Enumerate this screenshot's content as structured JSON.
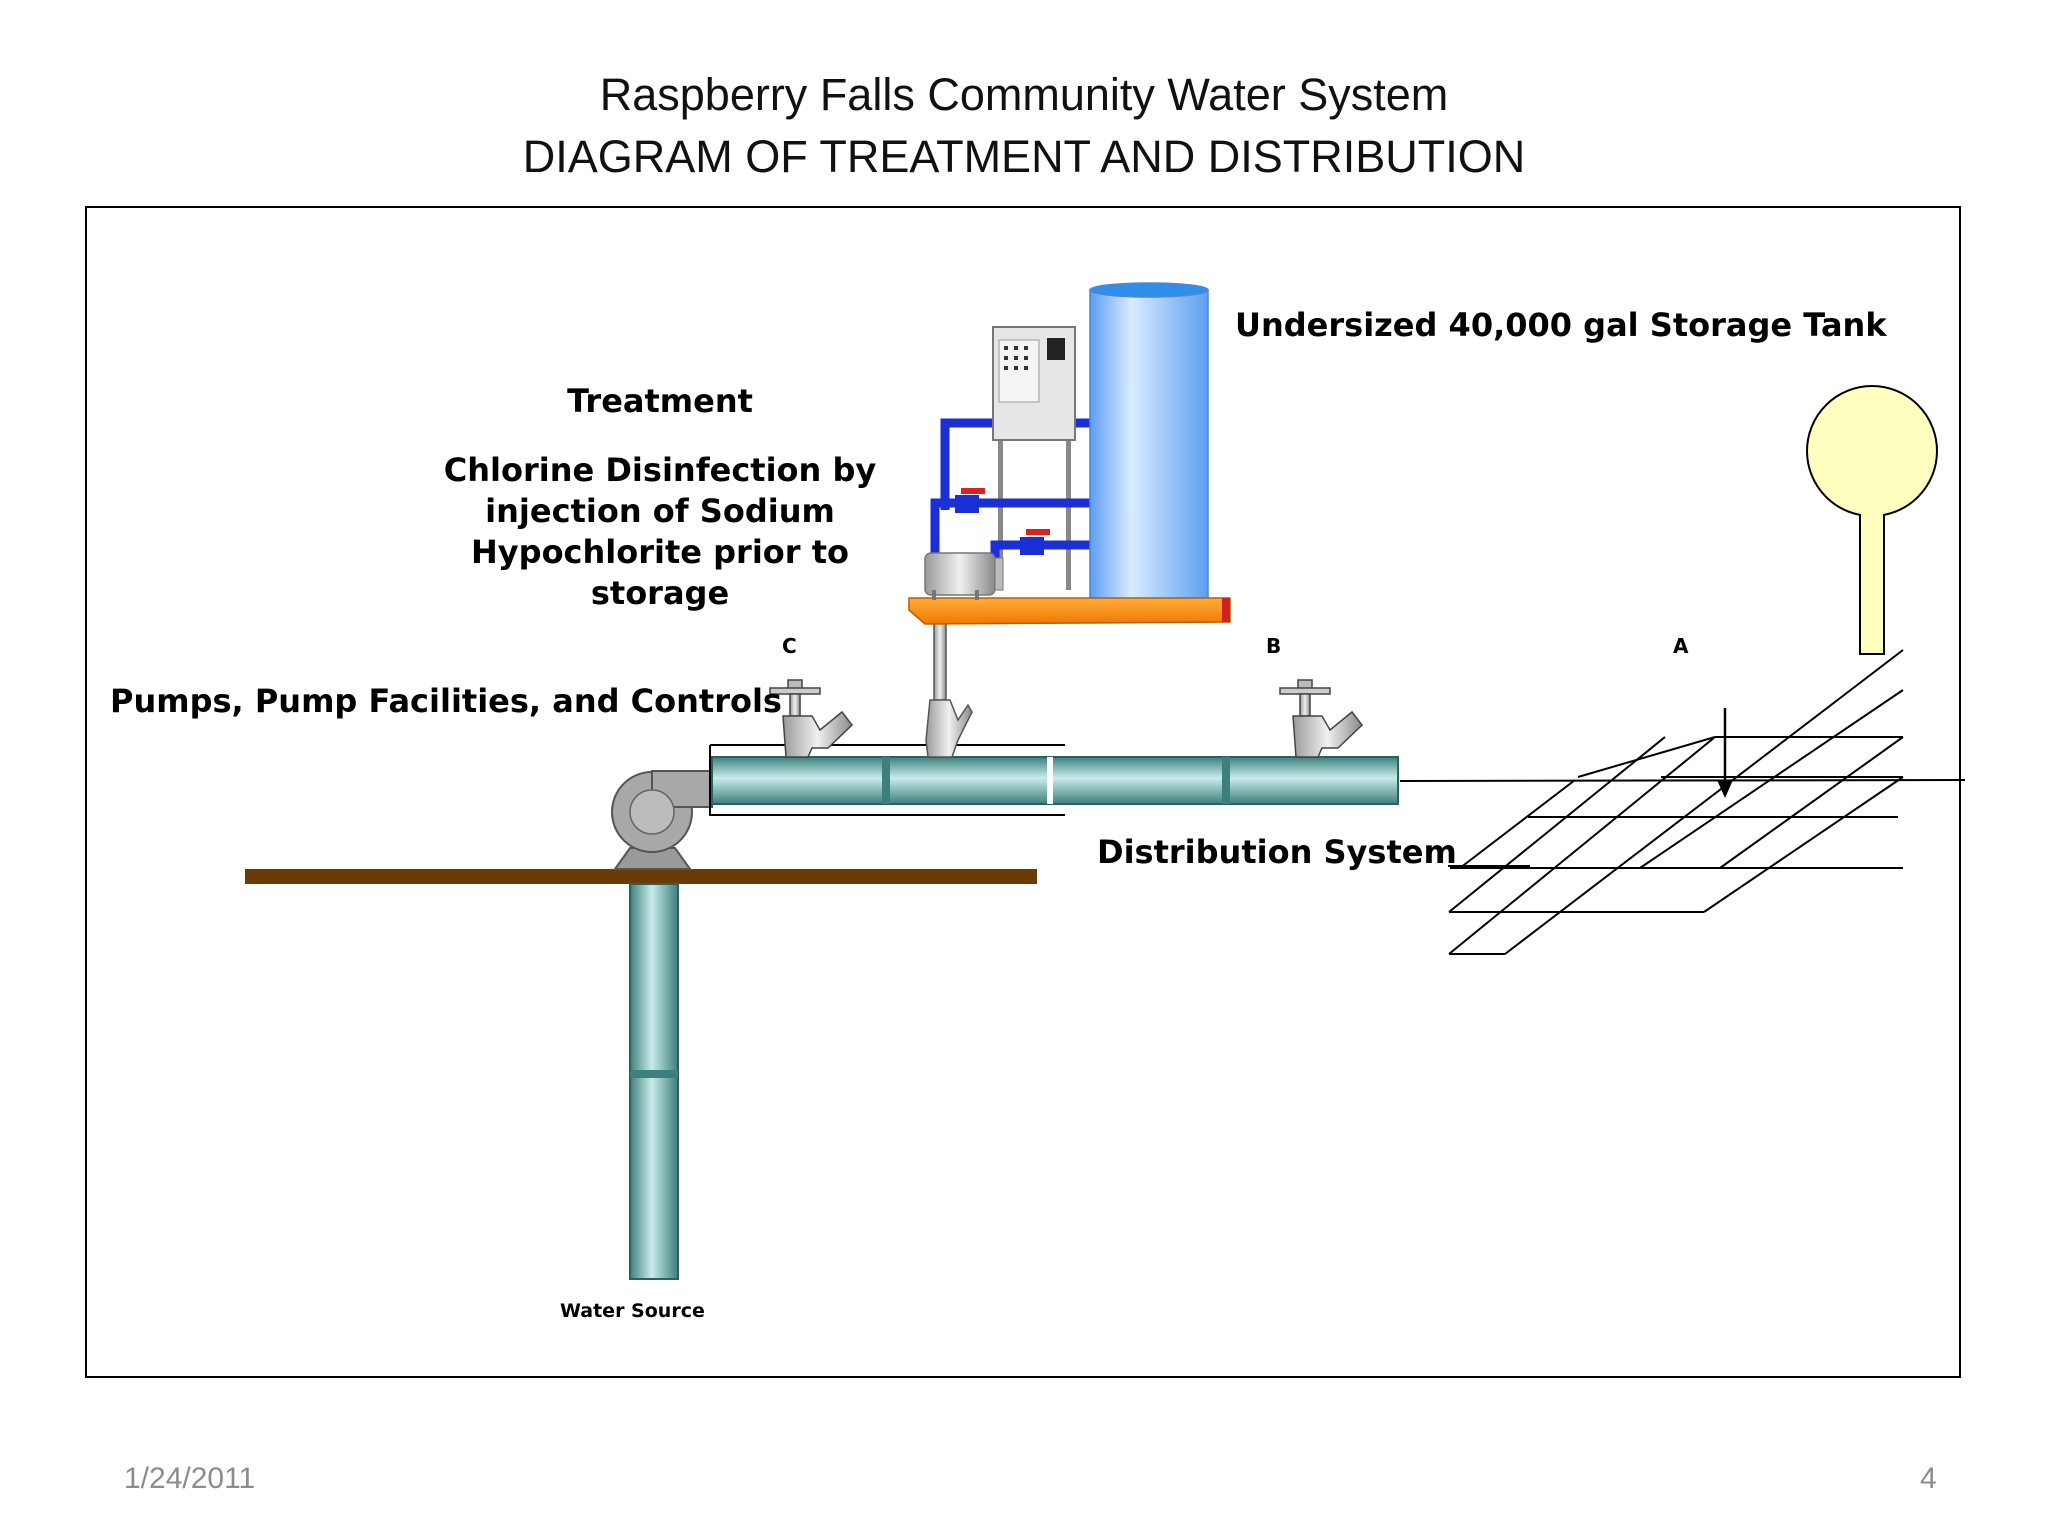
{
  "slide": {
    "title_line1": "Raspberry Falls Community Water System",
    "title_line2": "DIAGRAM OF TREATMENT AND DISTRIBUTION",
    "date": "1/24/2011",
    "page_number": "4"
  },
  "labels": {
    "treatment": "Treatment",
    "chlorine": "Chlorine Disinfection by injection of Sodium Hypochlorite prior to storage",
    "storage_tank": "Undersized 40,000 gal Storage Tank",
    "pumps": "Pumps, Pump Facilities, and Controls",
    "distribution": "Distribution System",
    "water_source": "Water Source"
  },
  "points": {
    "c": "C",
    "b": "B",
    "a": "A"
  },
  "colors": {
    "pipe": "#6fb8b4",
    "pipe_dark": "#3d7f7c",
    "ground": "#6b3a05",
    "tank": "#7fb8f5",
    "platform": "#ff8c00",
    "tower": "#ffffc0",
    "blue_pipe": "#1a2fd6",
    "valve_red": "#e02020"
  },
  "icons": [
    "valve-icon",
    "pump-icon",
    "storage-tank-icon",
    "control-panel-icon",
    "water-tower-icon",
    "distribution-grid-icon",
    "flow-arrow-icon"
  ]
}
